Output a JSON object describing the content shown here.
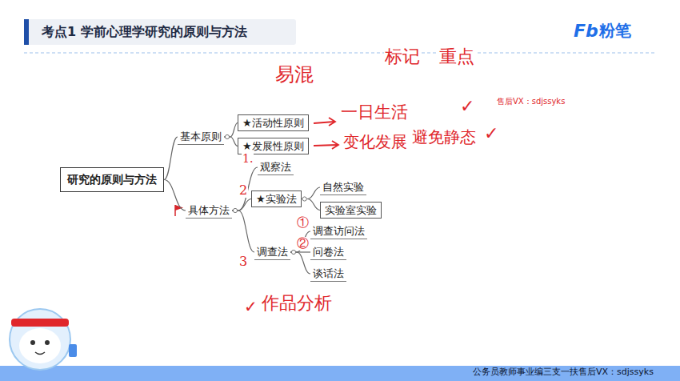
{
  "diagram": {
    "title": "考点1 学前心理学研究的原则与方法",
    "nodes": [
      {
        "text": [
          "研究的原则与方法"
        ]
      },
      {
        "text": [
          "基本原则"
        ]
      },
      {
        "text": [
          "★活动性原则"
        ]
      },
      {
        "text": [
          "★发展性原则"
        ]
      },
      {
        "text": [
          "具体方法"
        ]
      },
      {
        "text": [
          "观察法"
        ]
      },
      {
        "text": [
          "★实验法"
        ]
      },
      {
        "text": [
          "自然实验"
        ]
      },
      {
        "text": [
          "实验室实验"
        ]
      },
      {
        "text": [
          "调查法"
        ]
      },
      {
        "text": [
          "调查访问法"
        ]
      },
      {
        "text": [
          "问卷法"
        ]
      },
      {
        "text": [
          "谈话法"
        ]
      }
    ],
    "edges": [
      {
        "from": 0,
        "to": 1,
        "arrow": "none"
      },
      {
        "from": 0,
        "to": 4,
        "arrow": "none"
      },
      {
        "from": 1,
        "to": 2,
        "arrow": "none"
      },
      {
        "from": 1,
        "to": 3,
        "arrow": "none"
      },
      {
        "from": 4,
        "to": 5,
        "arrow": "none"
      },
      {
        "from": 4,
        "to": 6,
        "arrow": "none"
      },
      {
        "from": 4,
        "to": 9,
        "arrow": "none"
      },
      {
        "from": 6,
        "to": 7,
        "arrow": "none"
      },
      {
        "from": 6,
        "to": 8,
        "arrow": "none"
      },
      {
        "from": 9,
        "to": 10,
        "arrow": "none"
      },
      {
        "from": 9,
        "to": 11,
        "arrow": "none"
      },
      {
        "from": 9,
        "to": 12,
        "arrow": "none"
      }
    ],
    "labels": [
      "Fb",
      "粉笔",
      "易混",
      "标记",
      "重点",
      "一日生活",
      "✓",
      "变化发展",
      "避免静态",
      "✓",
      "1.",
      "2",
      "3",
      "①",
      "②",
      "✓",
      "作品分析",
      "售后VX：sdjssyks",
      "公务员教师事业编三支一扶售后VX：sdjssyks"
    ]
  }
}
